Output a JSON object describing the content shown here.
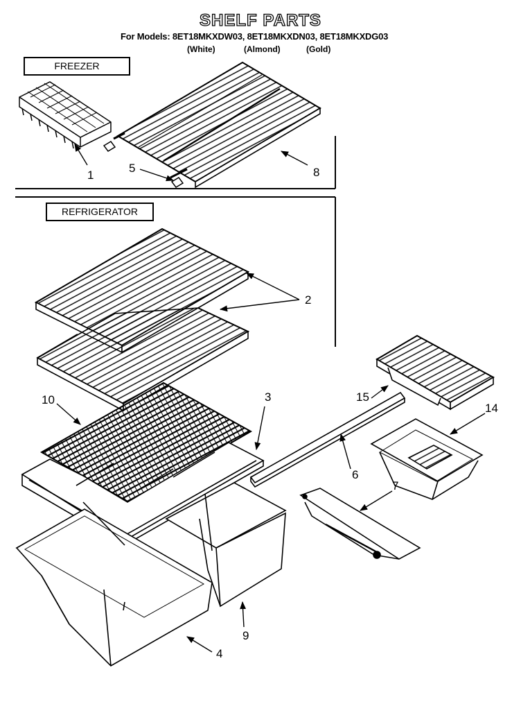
{
  "title": "SHELF PARTS",
  "models_line": "For Models: 8ET18MKXDW03, 8ET18MKXDN03, 8ET18MKXDG03",
  "colors": [
    "(White)",
    "(Almond)",
    "(Gold)"
  ],
  "sections": {
    "freezer": "FREEZER",
    "refrigerator": "REFRIGERATOR"
  },
  "callouts": {
    "c1": "1",
    "c2": "2",
    "c3": "3",
    "c4": "4",
    "c5": "5",
    "c6": "6",
    "c7": "7",
    "c8": "8",
    "c9": "9",
    "c10": "10",
    "c14": "14",
    "c15": "15"
  }
}
